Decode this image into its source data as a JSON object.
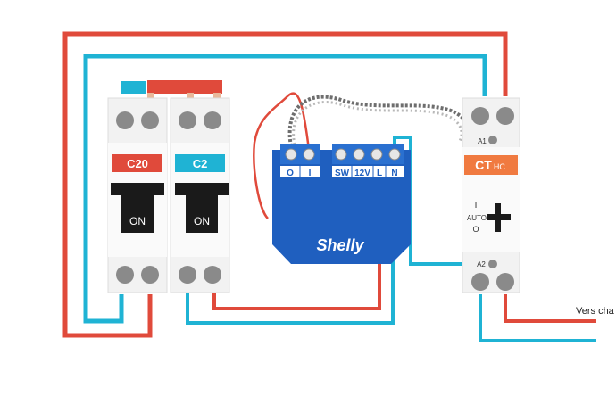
{
  "breakers": [
    {
      "label": "C20",
      "label_color": "#e04a3b",
      "toggle": "ON"
    },
    {
      "label": "C2",
      "label_color": "#1fb3d4",
      "toggle": "ON"
    }
  ],
  "shelly": {
    "brand": "Shelly",
    "color": "#1f5fbf",
    "terminals_left": [
      "O",
      "I"
    ],
    "terminals_right": [
      "SW",
      "12V",
      "L",
      "N"
    ]
  },
  "contactor": {
    "label_main": "CT",
    "label_sub": "HC",
    "label_color": "#f07a40",
    "pos_on": "I",
    "pos_auto": "AUTO",
    "pos_off": "O",
    "terminal_a1": "A1",
    "terminal_a2": "A2"
  },
  "output_label": "Vers cha",
  "colors": {
    "phase_wire": "#e04a3b",
    "neutral_wire": "#1fb3d4",
    "module_body": "#f2f2f2",
    "screw": "#8a8a8a"
  }
}
